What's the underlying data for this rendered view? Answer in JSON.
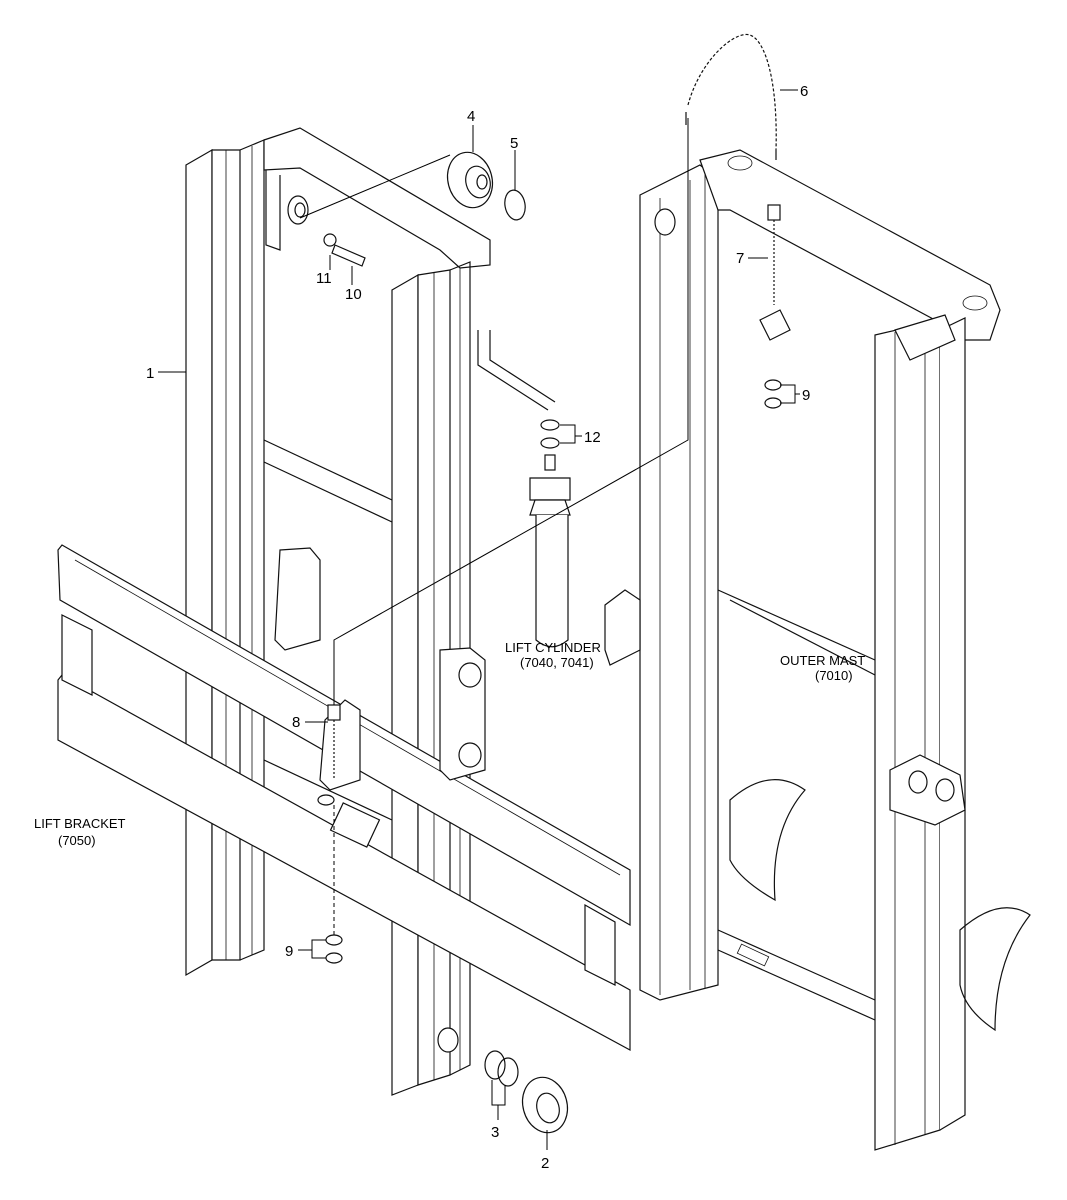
{
  "callouts": {
    "c1": "1",
    "c2": "2",
    "c3": "3",
    "c4": "4",
    "c5": "5",
    "c6": "6",
    "c7": "7",
    "c8": "8",
    "c9a": "9",
    "c9b": "9",
    "c10": "10",
    "c11": "11",
    "c12": "12"
  },
  "labels": {
    "lift_cylinder": "LIFT CYLINDER",
    "lift_cylinder_ref": "(7040, 7041)",
    "outer_mast": "OUTER MAST",
    "outer_mast_ref": "(7010)",
    "lift_bracket": "LIFT BRACKET",
    "lift_bracket_ref": "(7050)"
  }
}
